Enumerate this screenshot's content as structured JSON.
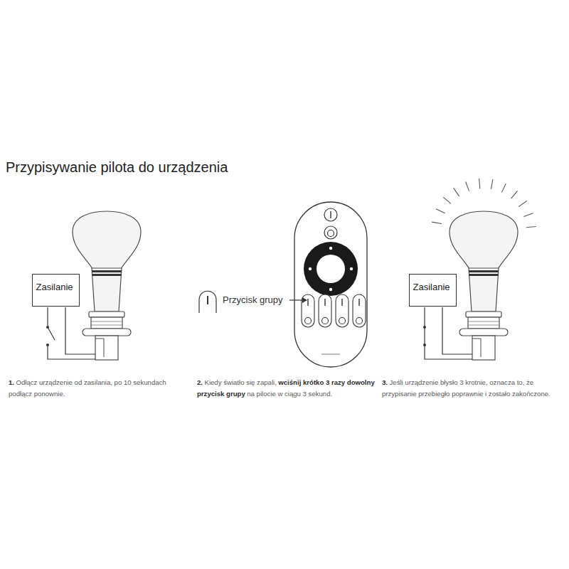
{
  "diagram": {
    "title": "Przypisywanie pilota do urządzenia",
    "nodes": [
      {
        "text": [
          "Zasilanie"
        ]
      },
      {
        "text": [
          "Zasilanie"
        ]
      }
    ],
    "labels": [
      "Przycisk grupy",
      "1.",
      "Odłącz urządzenie od zasilania, po 10 sekundach podłącz ponownie.",
      "2.",
      "Kiedy światło się zapali,",
      "wciśnij krótko 3 razy dowolny przycisk grupy",
      "na pilocie w ciągu 3 sekund.",
      "3.",
      "Jeśli urządzenie błysło 3 krotnie, oznacza to, że przypisanie przebiegło poprawnie i zostało zakończone."
    ]
  }
}
